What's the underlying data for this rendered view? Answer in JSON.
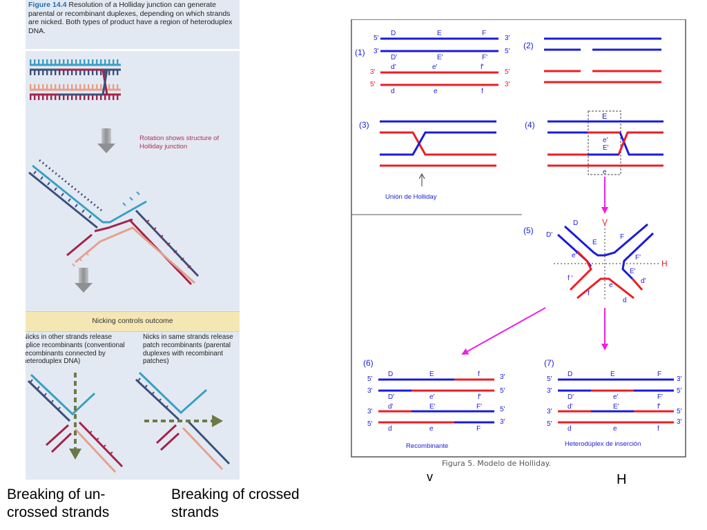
{
  "left_figure": {
    "caption_prefix": "Figure 14.4",
    "caption_body": " Resolution of a Holliday junction can generate parental or recombinant duplexes, depending on which strands are nicked. Both types of product have a region of heteroduplex DNA.",
    "rotation_label": "Rotation shows structure of Holliday junction",
    "nick_banner": "Nicking controls outcome",
    "nick_left": "Nicks in other strands release splice recombinants (conventional recombinants connected by heteroduplex DNA)",
    "nick_right": "Nicks in same strands release patch recombinants (parental duplexes with recombinant patches)",
    "colors": {
      "dark_blue": "#3d4f7c",
      "light_blue": "#3a9fc4",
      "crimson": "#a3234a",
      "salmon": "#e5a08c",
      "arrow_grey": "#8f9094",
      "dashed_arrow": "#6b7a45"
    }
  },
  "bottom_labels": {
    "left": "Breaking of un-crossed strands",
    "right": "Breaking of crossed strands"
  },
  "right_figure": {
    "caption": "Figura 5. Modelo de Holliday.",
    "v_label": "v",
    "h_label": "H",
    "colors": {
      "blue": "#1a1adc",
      "red": "#ec1c24",
      "magenta": "#ee1fe6",
      "frame": "#555555"
    },
    "panel_1": {
      "number": "(1)",
      "top_letters": [
        "D",
        "E",
        "F"
      ],
      "bottom_letters": [
        "D'",
        "E'",
        "F'"
      ],
      "red_top_letters": [
        "d'",
        "e'",
        "f'"
      ],
      "red_bottom_letters": [
        "d",
        "e",
        "f"
      ],
      "end_5": "5'",
      "end_3": "3'"
    },
    "panel_2": {
      "number": "(2)"
    },
    "panel_3": {
      "number": "(3)",
      "junction_label": "Unión de Holliday"
    },
    "panel_4": {
      "number": "(4)",
      "letter_top": "E",
      "letter_mid_1": "e'",
      "letter_mid_2": "E'",
      "letter_bottom": "e"
    },
    "panel_5": {
      "number": "(5)",
      "v": "V",
      "h": "H",
      "labels": [
        "D",
        "D'",
        "E",
        "F",
        "e'",
        "F'",
        "E'",
        "f '",
        "d'",
        "e",
        "f",
        "d"
      ]
    },
    "panel_6": {
      "number": "(6)",
      "title": "Recombinante",
      "row1": [
        "D",
        "E",
        "f"
      ],
      "row2": [
        "D'",
        "e'",
        "f'"
      ],
      "row3": [
        "d'",
        "E'",
        "F'"
      ],
      "row4": [
        "d",
        "e",
        "F"
      ]
    },
    "panel_7": {
      "number": "(7)",
      "title": "Heterodúplex de inserción",
      "row1": [
        "D",
        "E",
        "F"
      ],
      "row2": [
        "D'",
        "e'",
        "F'"
      ],
      "row3": [
        "d'",
        "E'",
        "f'"
      ],
      "row4": [
        "d",
        "e",
        "f"
      ]
    }
  }
}
